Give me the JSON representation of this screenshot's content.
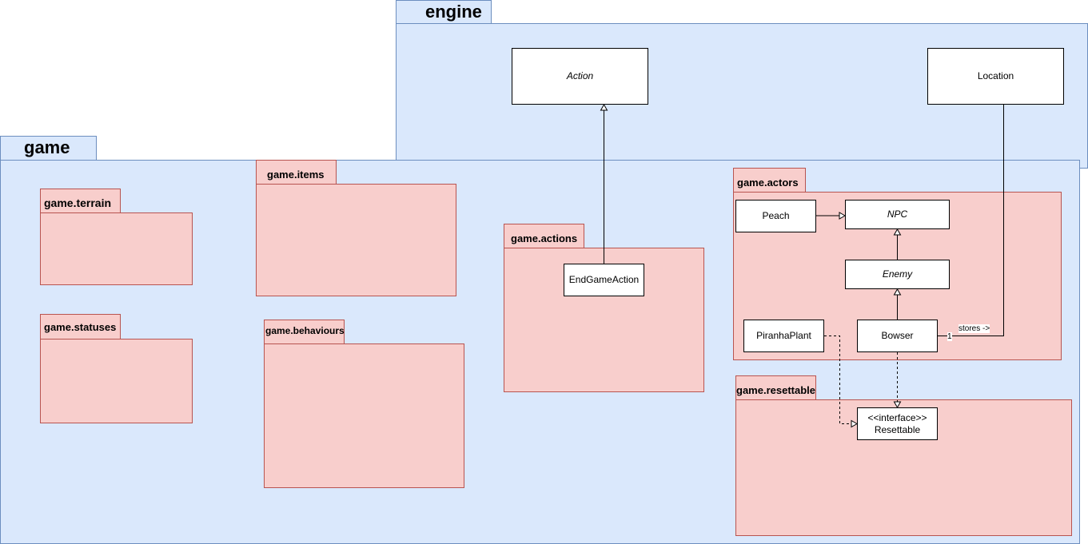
{
  "packages": {
    "engine": {
      "title": "engine"
    },
    "game": {
      "title": "game"
    },
    "terrain": {
      "title": "game.terrain"
    },
    "items": {
      "title": "game.items"
    },
    "statuses": {
      "title": "game.statuses"
    },
    "behaviours": {
      "title": "game.behaviours"
    },
    "actions": {
      "title": "game.actions"
    },
    "actors": {
      "title": "game.actors"
    },
    "resettable": {
      "title": "game.resettable"
    }
  },
  "classes": {
    "action": "Action",
    "location": "Location",
    "end_game_action": "EndGameAction",
    "peach": "Peach",
    "npc": "NPC",
    "enemy": "Enemy",
    "piranha_plant": "PiranhaPlant",
    "bowser": "Bowser",
    "resettable_stereotype": "<<interface>>",
    "resettable_name": "Resettable"
  },
  "edges": {
    "stores_label": "stores ->",
    "stores_multiplicity": "1"
  },
  "colors": {
    "package_blue_fill": "#dae8fc",
    "package_blue_border": "#6c8ebf",
    "package_red_fill": "#f8cecc",
    "package_red_border": "#b85450"
  }
}
